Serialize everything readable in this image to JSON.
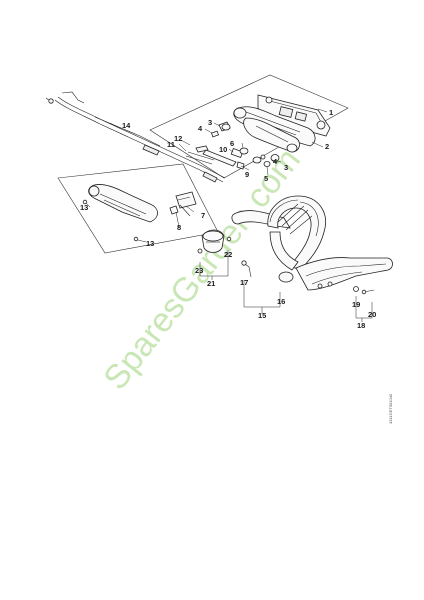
{
  "callouts": {
    "c1": "1",
    "c2": "2",
    "c3a": "3",
    "c3b": "3",
    "c4a": "4",
    "c4b": "4",
    "c5": "5",
    "c6": "6",
    "c7": "7",
    "c8": "8",
    "c9": "9",
    "c10": "10",
    "c11": "11",
    "c12": "12",
    "c13a": "13",
    "c13b": "13",
    "c14": "14",
    "c15": "15",
    "c16": "16",
    "c17": "17",
    "c18": "18",
    "c19": "19",
    "c20": "20",
    "c21": "21",
    "c22": "22",
    "c23": "23"
  },
  "drawing_code": "4311GET001040",
  "watermark": "SparesGarden.com"
}
